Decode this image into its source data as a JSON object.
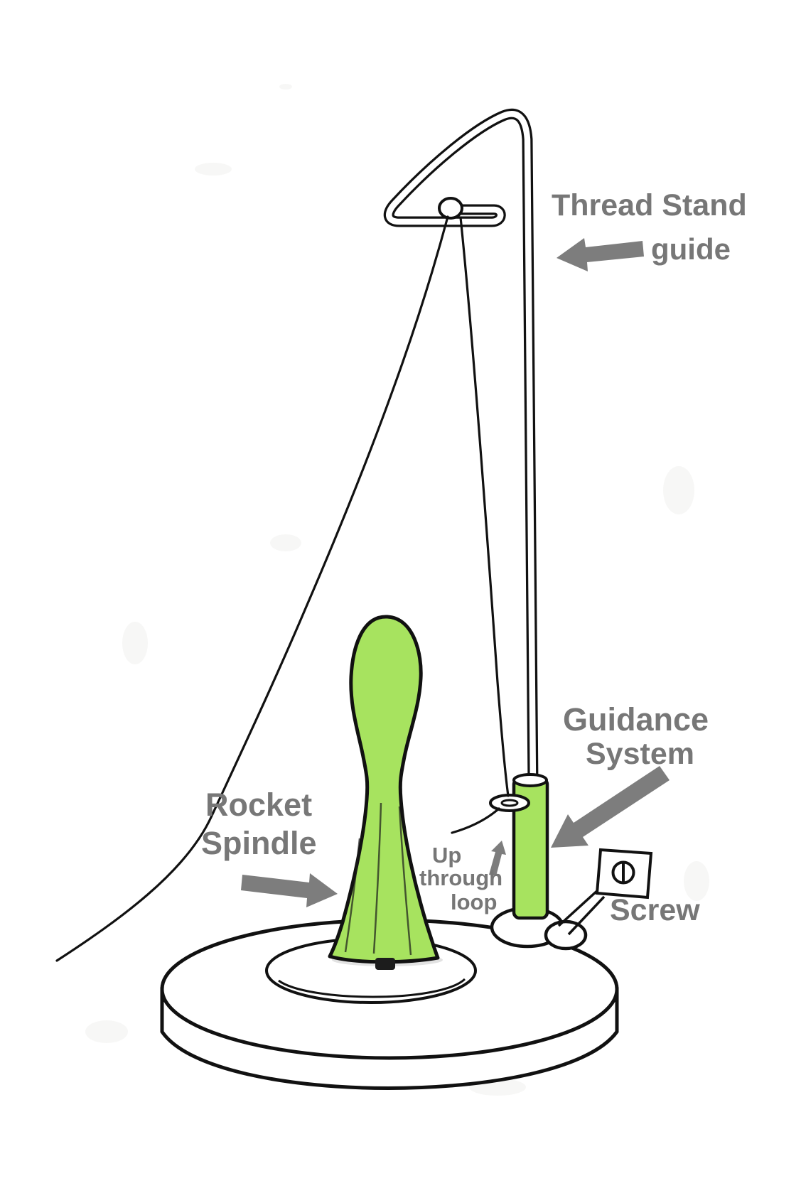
{
  "labels": {
    "thread_stand": "Thread Stand",
    "guide": "guide",
    "guidance": "Guidance",
    "system": "System",
    "rocket": "Rocket",
    "spindle": "Spindle",
    "up": "Up",
    "through": "through",
    "loop": "loop",
    "screw": "Screw"
  },
  "colors": {
    "highlight_green": "#a7e35f",
    "label_gray": "#7d7d7d",
    "outline_black": "#111111"
  }
}
